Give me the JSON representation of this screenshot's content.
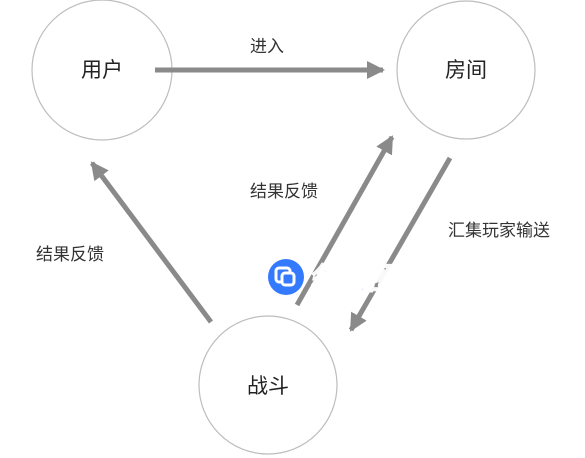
{
  "diagram": {
    "nodes": [
      {
        "id": "user",
        "label": "用户"
      },
      {
        "id": "room",
        "label": "房间"
      },
      {
        "id": "battle",
        "label": "战斗"
      }
    ],
    "edges": [
      {
        "from": "user",
        "to": "room",
        "label": "进入"
      },
      {
        "from": "room",
        "to": "battle",
        "label": "汇集玩家输送"
      },
      {
        "from": "battle",
        "to": "room",
        "label": "结果反馈"
      },
      {
        "from": "battle",
        "to": "user",
        "label": "结果反馈"
      }
    ]
  },
  "watermark": {
    "text": "领域圈",
    "color": "#2a73ff"
  },
  "colors": {
    "node_stroke": "#bdbdbd",
    "arrow": "#8a8a8a"
  }
}
